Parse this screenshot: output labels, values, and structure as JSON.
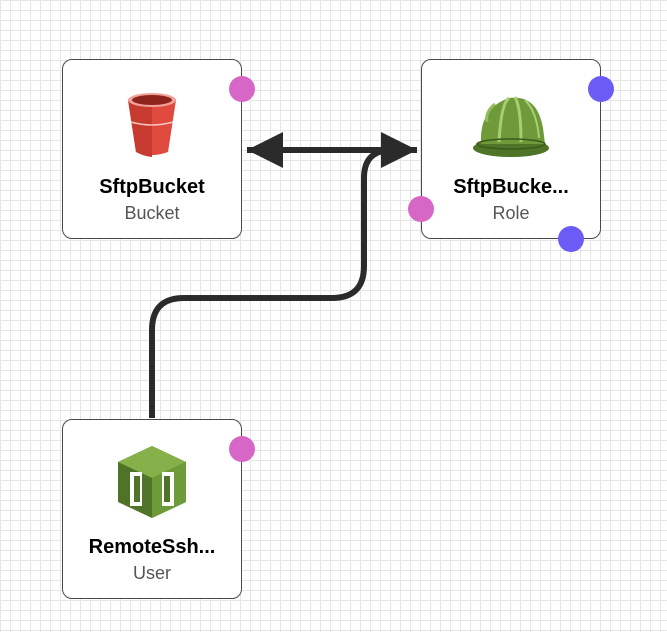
{
  "colors": {
    "port_pink": "#d667c6",
    "port_blue": "#6b5cf6",
    "edge": "#2b2b2b",
    "bucket_red": "#e0493d",
    "role_green": "#6e9a3a",
    "user_green": "#6e9a3a"
  },
  "nodes": [
    {
      "id": "bucket",
      "title": "SftpBucket",
      "subtitle": "Bucket",
      "icon": "s3-bucket-icon"
    },
    {
      "id": "role",
      "title": "SftpBucke...",
      "subtitle": "Role",
      "icon": "iam-role-hardhat-icon"
    },
    {
      "id": "user",
      "title": "RemoteSsh...",
      "subtitle": "User",
      "icon": "iam-user-icon"
    }
  ]
}
